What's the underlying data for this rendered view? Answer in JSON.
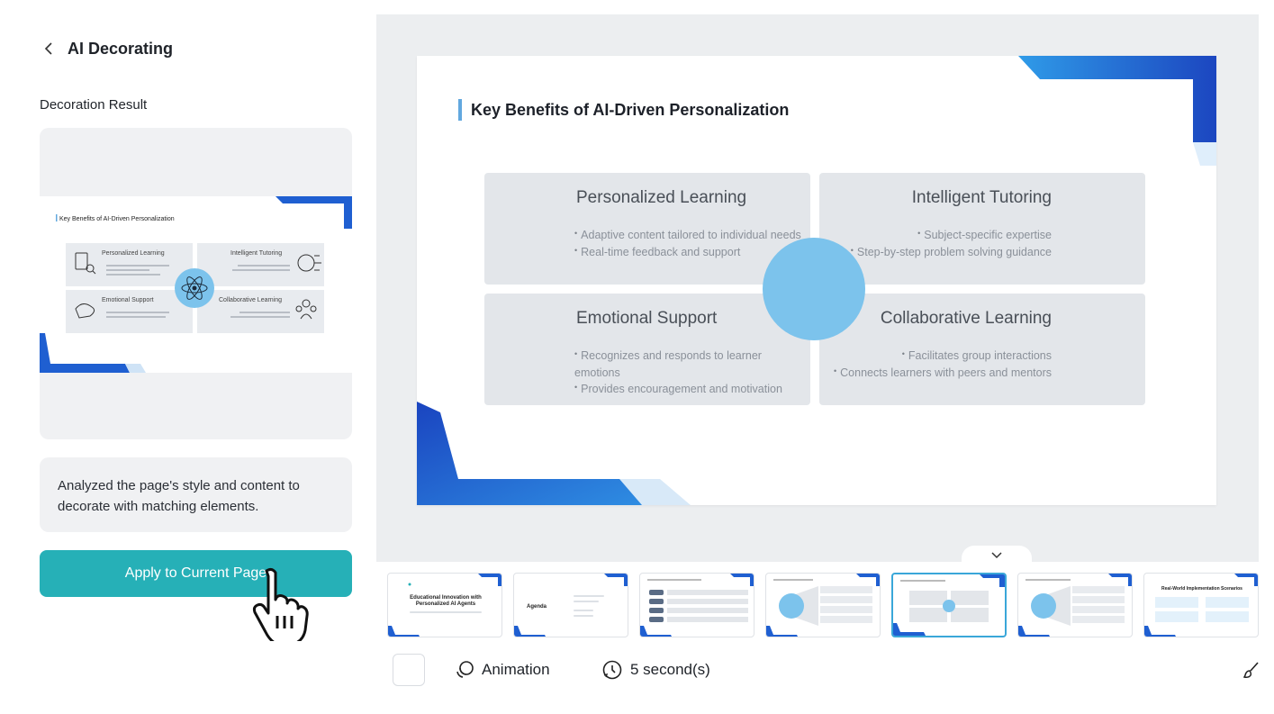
{
  "panel": {
    "title": "AI Decorating",
    "section_label": "Decoration Result",
    "description": "Analyzed the page's style and content to decorate with matching elements.",
    "apply_label": "Apply to Current Page"
  },
  "slide": {
    "title": "Key Benefits of AI-Driven Personalization",
    "quadrants": [
      {
        "heading": "Personalized Learning",
        "bullets": [
          "Adaptive content tailored to individual needs",
          "Real-time feedback and support"
        ]
      },
      {
        "heading": "Intelligent Tutoring",
        "bullets": [
          "Subject-specific expertise",
          "Step-by-step problem solving guidance"
        ]
      },
      {
        "heading": "Emotional Support",
        "bullets": [
          "Recognizes and responds to learner emotions",
          "Provides encouragement and motivation"
        ]
      },
      {
        "heading": "Collaborative Learning",
        "bullets": [
          "Facilitates group interactions",
          "Connects learners with peers and mentors"
        ]
      }
    ]
  },
  "filmstrip": {
    "thumbs": [
      {
        "title": "Educational Innovation with Personalized AI Agents"
      },
      {
        "title": "Agenda"
      },
      {
        "title": ""
      },
      {
        "title": ""
      },
      {
        "title": ""
      },
      {
        "title": ""
      },
      {
        "title": "Real-World Implementation Scenarios"
      }
    ],
    "active_index": 4
  },
  "toolbar": {
    "animation_label": "Animation",
    "duration_label": "5 second(s)"
  },
  "colors": {
    "accent_teal": "#26b0b7",
    "slide_blue": "#1f5fd1",
    "circle_blue": "#7cc3ec",
    "active_border": "#3aa7d9"
  }
}
